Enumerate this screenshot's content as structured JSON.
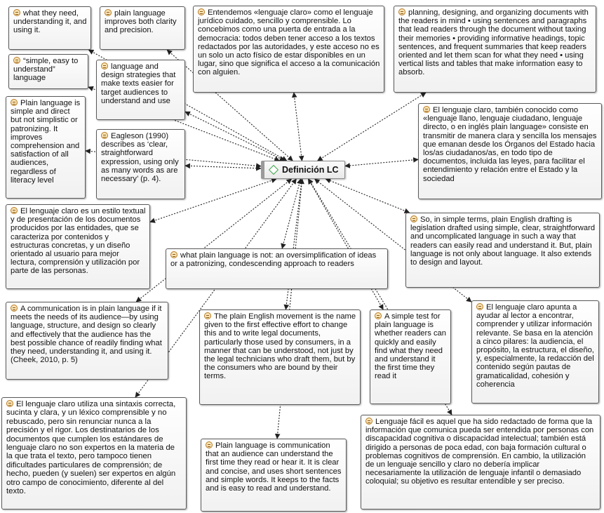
{
  "center": {
    "id": "center",
    "label": "Definición LC"
  },
  "nodes": [
    {
      "id": "n1",
      "text": "what they need, understanding it, and using it."
    },
    {
      "id": "n2",
      "text": "plain language improves both clarity and precision."
    },
    {
      "id": "n3",
      "text": "Entendemos «lenguaje claro» como el lenguaje jurídico cuidado, sencillo y comprensible. Lo concebimos como una puerta de entrada a la democracia: todos deben tener acceso a los textos redactados por las autoridades, y este acceso no es un solo un acto físico de estar disponibles en un lugar, sino que significa el acceso a la comunicación con alguien."
    },
    {
      "id": "n4",
      "text": "planning, designing, and organizing documents with the readers in mind • using sentences and paragraphs that lead readers through the document without taxing their memories • providing informative headings, topic sentences, and frequent summaries that keep readers oriented and let them scan for what they need • using vertical lists and tables that make information easy to absorb."
    },
    {
      "id": "n5",
      "text": "“simple, easy to understand” language"
    },
    {
      "id": "n6",
      "text": "language and design strategies that make texts easier for target audiences to understand and use"
    },
    {
      "id": "n7",
      "text": "El lenguaje claro, también conocido como «lenguaje llano, lenguaje ciudadano, lenguaje directo, o en inglés plain language» consiste en transmitir de manera clara y sencilla los mensajes que emanan desde los Órganos del Estado hacia los/as ciudadanos/as, en todo tipo de documentos, incluida las leyes, para facilitar el entendimiento y relación entre el Estado y la sociedad"
    },
    {
      "id": "n8",
      "text": "Plain language is simple and direct but not simplistic or patronizing. It improves comprehension and satisfaction of all audiences, regardless of literacy level"
    },
    {
      "id": "n9",
      "text": "Eagleson (1990) describes as ‘clear, straightforward expression, using only as many words as are necessary’ (p. 4)."
    },
    {
      "id": "n10",
      "text": "El lenguaje claro es un estilo textual y de presentación de los documentos producidos por las entidades, que se caracteriza por contenidos y estructuras concretas, y un diseño orientado al usuario para mejor lectura, comprensión y utilización por parte de las personas."
    },
    {
      "id": "n11",
      "text": "So, in simple terms, plain English drafting is legislation drafted using simple, clear, straightforward and uncomplicated language in such a way that readers can easily read and understand it. But, plain language is not only about language. It also extends to design and layout."
    },
    {
      "id": "n12",
      "text": "what plain language is not: an oversimplification of ideas or a patronizing, condescending approach to readers"
    },
    {
      "id": "n13",
      "text": "A communication is in plain language if it meets the needs of its audience—by using language, structure, and design so clearly and effectively that the audience has the best possible chance of readily finding what they need, understanding it, and using it. (Cheek, 2010, p. 5)"
    },
    {
      "id": "n14",
      "text": "The plain English movement is the name given to the first effective effort to change this and to write legal documents, particularly those used by consumers, in a manner that can be understood, not just by the legal technicians who draft them, but by the consumers who are bound by their terms."
    },
    {
      "id": "n15",
      "text": "A simple test for plain language is whether readers can quickly and easily find what they need and understand it the first time they read it"
    },
    {
      "id": "n16",
      "text": "El lenguaje claro apunta a ayudar al lector a encontrar, comprender y utilizar información relevante. Se basa en la atención a cinco pilares: la audiencia, el propósito, la estructura, el diseño, y, especialmente, la redacción del contenido según pautas de gramaticalidad, cohesión y coherencia"
    },
    {
      "id": "n17",
      "text": "El lenguaje claro utiliza una sintaxis correcta, sucinta y clara, y un léxico comprensible y no rebuscado, pero sin renunciar nunca a la precisión y el rigor. Los destinatarios de los documentos que cumplen los estándares de lenguaje claro no son expertos en la materia de la que trata el texto, pero tampoco tienen dificultades particulares de comprensión; de hecho, pueden (y suelen) ser expertos en algún otro campo de conocimiento, diferente al del texto."
    },
    {
      "id": "n18",
      "text": "Plain language is communication that an audience can understand the first time they read or hear it. It is clear and concise, and uses short sentences and simple words. It keeps to the facts and is easy to read and understand."
    },
    {
      "id": "n19",
      "text": "Lenguaje fácil es aquel que ha sido redactado de forma que la información que comunica pueda ser entendida por personas con discapacidad cognitiva o discapacidad intelectual; también está dirigido a personas de poca edad, con baja formación cultural o problemas cognitivos de comprensión. En cambio, la utilización de un lenguaje sencillo y claro no debería implicar necesariamente la utilización de lenguaje infantil o demasiado coloquial; su objetivo es resultar entendible y ser preciso."
    }
  ],
  "links": [
    {
      "from": "n1",
      "to": "center"
    },
    {
      "from": "n2",
      "to": "center"
    },
    {
      "from": "n3",
      "to": "center"
    },
    {
      "from": "n4",
      "to": "center"
    },
    {
      "from": "n5",
      "to": "center"
    },
    {
      "from": "n6",
      "to": "center"
    },
    {
      "from": "n7",
      "to": "center"
    },
    {
      "from": "n8",
      "to": "center"
    },
    {
      "from": "n9",
      "to": "center"
    },
    {
      "from": "n10",
      "to": "center"
    },
    {
      "from": "n11",
      "to": "center"
    },
    {
      "from": "n12",
      "to": "center"
    },
    {
      "from": "n13",
      "to": "center"
    },
    {
      "from": "n14",
      "to": "center"
    },
    {
      "from": "n15",
      "to": "center"
    },
    {
      "from": "n16",
      "to": "center"
    },
    {
      "from": "n17",
      "to": "center"
    },
    {
      "from": "n18",
      "to": "center"
    },
    {
      "from": "n19",
      "to": "center"
    }
  ]
}
